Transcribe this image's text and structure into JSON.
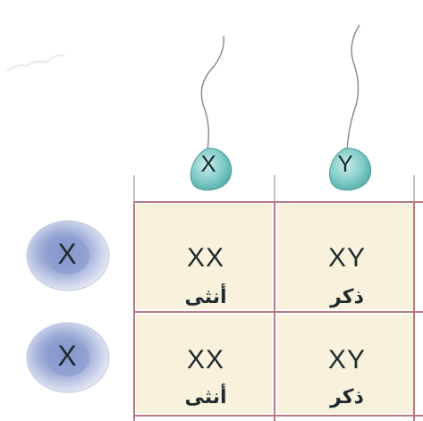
{
  "sperm": [
    {
      "label": "X"
    },
    {
      "label": "Y"
    }
  ],
  "eggs": [
    {
      "label": "X"
    },
    {
      "label": "X"
    }
  ],
  "cells": [
    [
      {
        "genotype": "XX",
        "sex": "أنثى"
      },
      {
        "genotype": "XY",
        "sex": "ذكر"
      }
    ],
    [
      {
        "genotype": "XX",
        "sex": "أنثى"
      },
      {
        "genotype": "XY",
        "sex": "ذكر"
      }
    ]
  ],
  "colors": {
    "cell_fill": "#f8f2dc",
    "grid_line": "#b77a82",
    "sperm": "#79c7c4",
    "egg_outer": "#cfd7ea",
    "egg_inner": "#8fa0d2"
  }
}
